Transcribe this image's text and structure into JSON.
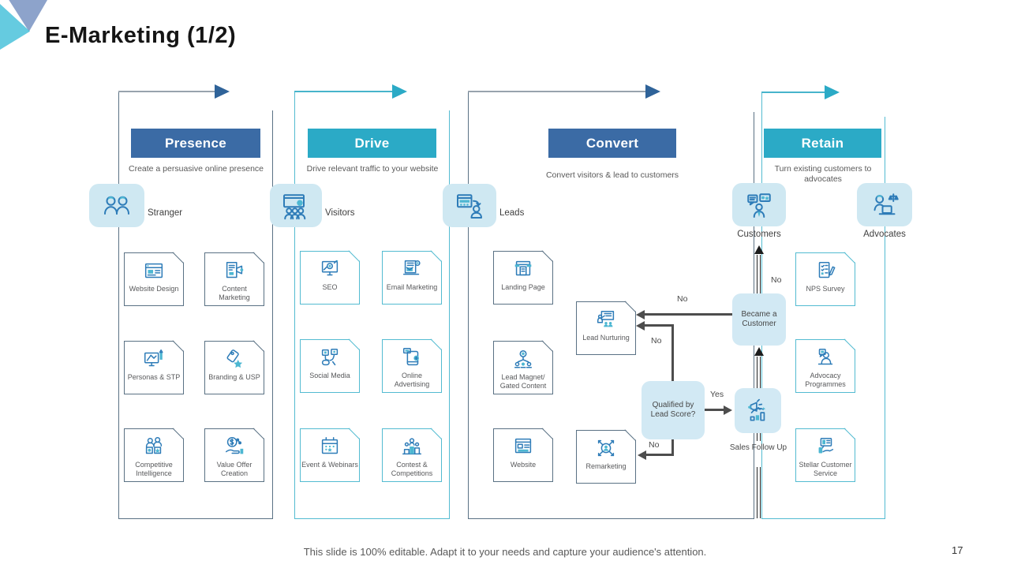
{
  "slide": {
    "title": "E-Marketing (1/2)",
    "footer": "This slide is 100% editable. Adapt it to your needs and capture your audience's attention.",
    "page_number": "17"
  },
  "colors": {
    "header_dark_blue": "#3b6ba5",
    "header_teal": "#2baac6",
    "light_blue_chip": "#cfe8f2",
    "icon_blue": "#2e7cb8",
    "icon_teal_accent": "#4db7d2",
    "frame_dark": "#5a7184",
    "frame_teal": "#53bbd1",
    "flow_arrow_gray": "#4d4d4d"
  },
  "columns": [
    {
      "label": "Presence",
      "subtitle": "Create a persuasive online presence",
      "persona_label": "Stranger",
      "boxes": [
        {
          "label": "Website Design"
        },
        {
          "label": "Content Marketing"
        },
        {
          "label": "Personas & STP"
        },
        {
          "label": "Branding & USP"
        },
        {
          "label": "Competitive Intelligence"
        },
        {
          "label": "Value Offer Creation"
        }
      ]
    },
    {
      "label": "Drive",
      "subtitle": "Drive relevant traffic to your website",
      "persona_label": "Visitors",
      "boxes": [
        {
          "label": "SEO"
        },
        {
          "label": "Email Marketing"
        },
        {
          "label": "Social Media"
        },
        {
          "label": "Online Advertising"
        },
        {
          "label": "Event & Webinars"
        },
        {
          "label": "Contest & Competitions"
        }
      ]
    },
    {
      "label": "Convert",
      "subtitle": "Convert visitors & lead to customers",
      "persona_label": "Leads",
      "boxes": [
        {
          "label": "Landing Page"
        },
        {
          "label": "Lead Magnet/ Gated Content"
        },
        {
          "label": "Website"
        },
        {
          "label": "Lead Nurturing"
        },
        {
          "label": "Remarketing"
        }
      ]
    },
    {
      "label": "Retain",
      "subtitle": "Turn existing customers to advocates",
      "personas": [
        {
          "label": "Customers"
        },
        {
          "label": "Advocates"
        }
      ],
      "boxes": [
        {
          "label": "NPS Survey"
        },
        {
          "label": "Advocacy Programmes"
        },
        {
          "label": "Stellar Customer Service"
        }
      ]
    }
  ],
  "flow": {
    "became_customer": "Became a Customer",
    "qualified_by_lead_score": "Qualified by Lead Score?",
    "sales_follow_up": "Sales Follow Up",
    "yes_label": "Yes",
    "no_label": "No"
  }
}
